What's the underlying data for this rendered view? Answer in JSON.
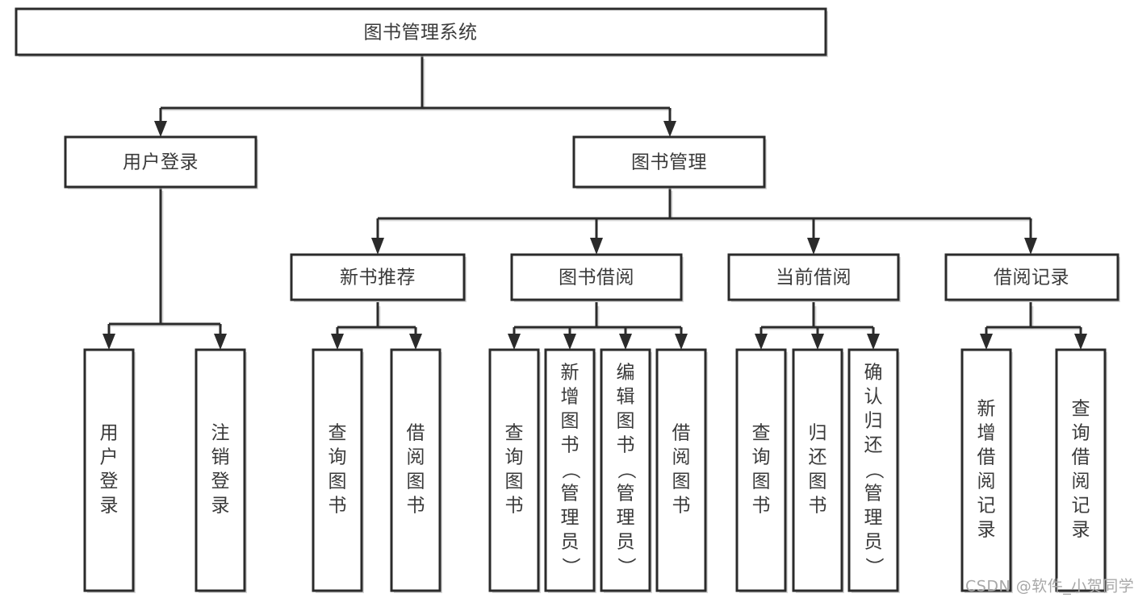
{
  "diagram": {
    "type": "tree-hierarchy-chart",
    "title": "图书管理系统",
    "orientation": "top-down",
    "colors": {
      "box_fill": "#ffffff",
      "box_stroke": "#2b2b2b",
      "text": "#3a3a3a",
      "connector": "#2b2b2b",
      "shadow": "#bdbdbd",
      "watermark": "#a8a8a8",
      "background": "#ffffff"
    },
    "levels": {
      "root": {
        "label": "图书管理系统"
      },
      "level2": [
        {
          "id": "user-login",
          "label": "用户登录"
        },
        {
          "id": "book-management",
          "label": "图书管理"
        }
      ],
      "level3": [
        {
          "id": "new-book-recommend",
          "label": "新书推荐",
          "parent": "book-management"
        },
        {
          "id": "book-borrow",
          "label": "图书借阅",
          "parent": "book-management"
        },
        {
          "id": "current-borrow",
          "label": "当前借阅",
          "parent": "book-management"
        },
        {
          "id": "borrow-record",
          "label": "借阅记录",
          "parent": "book-management"
        }
      ],
      "leaves": [
        {
          "id": "leaf-user-login",
          "label": "用户登录",
          "parent": "user-login"
        },
        {
          "id": "leaf-logout-login",
          "label": "注销登录",
          "parent": "user-login"
        },
        {
          "id": "leaf-query-book-1",
          "label": "查询图书",
          "parent": "new-book-recommend"
        },
        {
          "id": "leaf-borrow-book-1",
          "label": "借阅图书",
          "parent": "new-book-recommend"
        },
        {
          "id": "leaf-query-book-2",
          "label": "查询图书",
          "parent": "book-borrow"
        },
        {
          "id": "leaf-add-book",
          "label": "新增图书（管理员）",
          "parent": "book-borrow"
        },
        {
          "id": "leaf-edit-book",
          "label": "编辑图书（管理员）",
          "parent": "book-borrow"
        },
        {
          "id": "leaf-borrow-book-2",
          "label": "借阅图书",
          "parent": "book-borrow"
        },
        {
          "id": "leaf-query-book-3",
          "label": "查询图书",
          "parent": "current-borrow"
        },
        {
          "id": "leaf-return-book",
          "label": "归还图书",
          "parent": "current-borrow"
        },
        {
          "id": "leaf-confirm-return",
          "label": "确认归还（管理员）",
          "parent": "current-borrow"
        },
        {
          "id": "leaf-add-record",
          "label": "新增借阅记录",
          "parent": "borrow-record"
        },
        {
          "id": "leaf-query-record",
          "label": "查询借阅记录",
          "parent": "borrow-record"
        }
      ]
    }
  },
  "watermark": {
    "text": "CSDN @软件_小贺同学"
  }
}
